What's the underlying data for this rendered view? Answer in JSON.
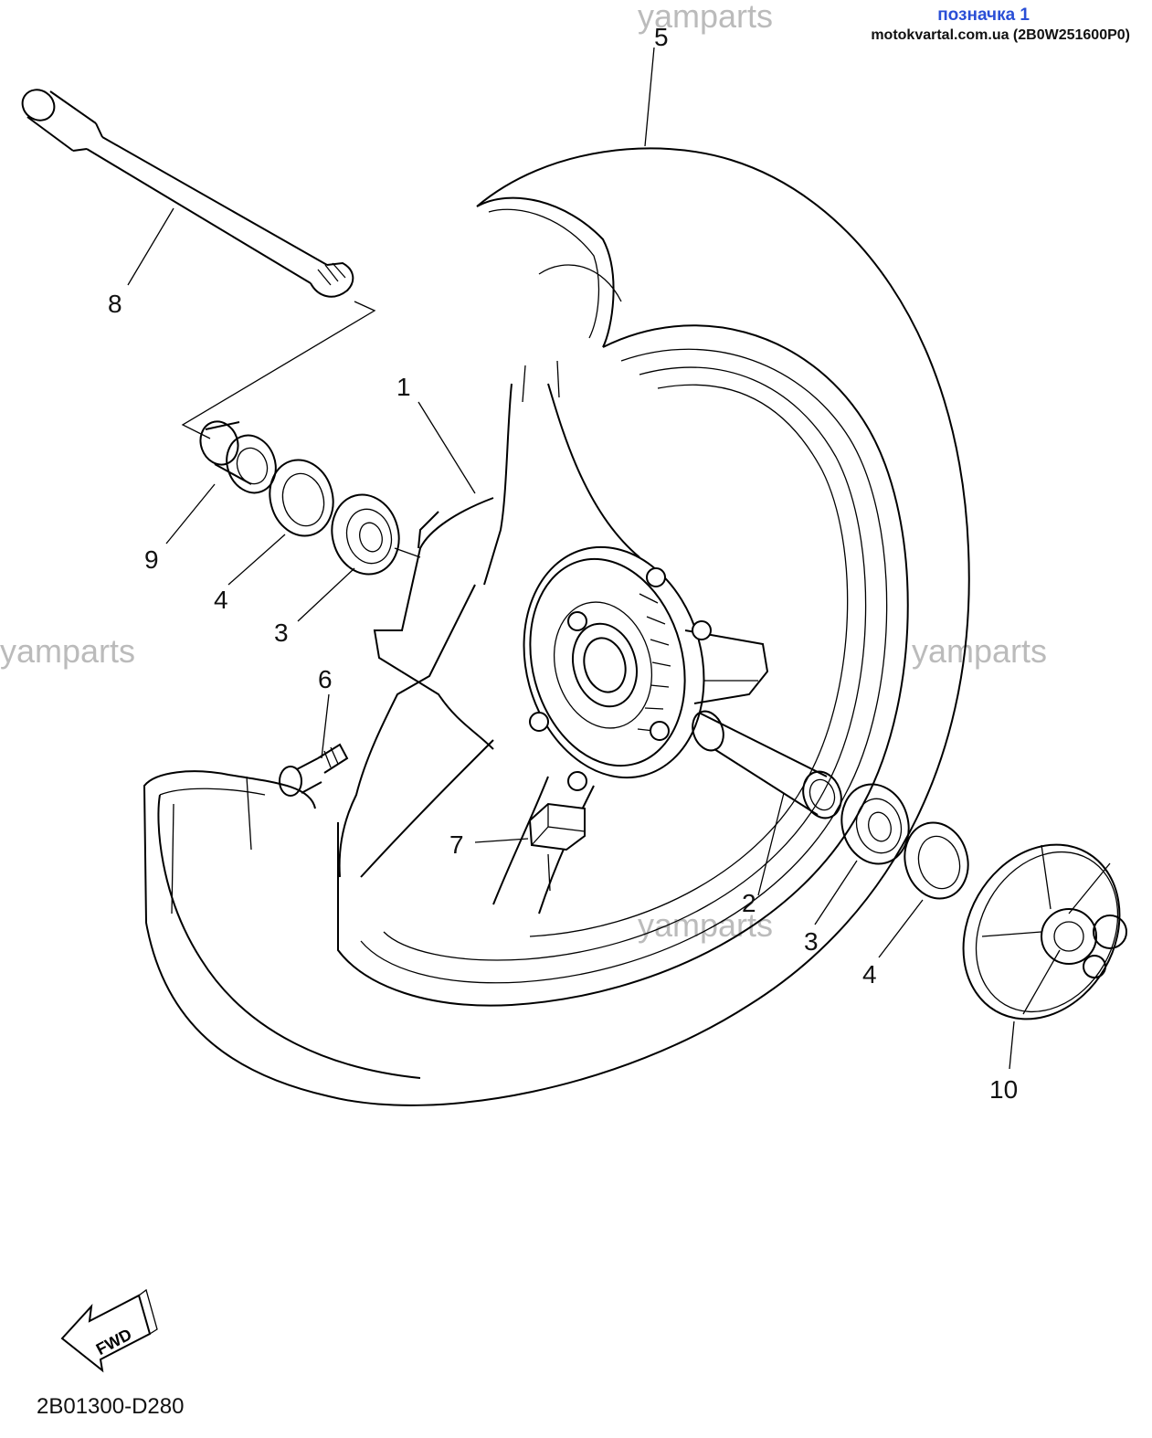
{
  "header": {
    "title": "позначка 1",
    "subtitle": "motokvartal.com.ua (2B0W251600P0)"
  },
  "watermarks": [
    "yamparts",
    "yamparts",
    "yamparts",
    "yamparts"
  ],
  "callouts": {
    "wheel": "1",
    "collar": "2",
    "bearing_left": "3",
    "bearing_right": "3",
    "oil_seal_left": "4",
    "oil_seal_right": "4",
    "tire": "5",
    "valve": "6",
    "balance_weight": "7",
    "axle": "8",
    "spacer": "9",
    "hub_cover": "10"
  },
  "direction_label": "FWD",
  "diagram_code": "2B01300-D280"
}
